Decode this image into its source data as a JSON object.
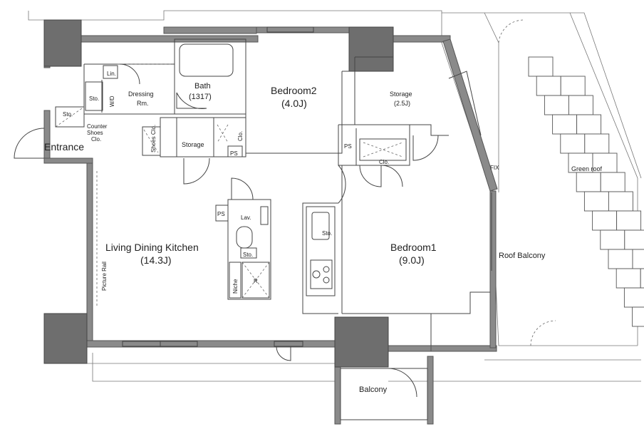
{
  "rooms": {
    "entrance": "Entrance",
    "lin": "Lin.",
    "sto_entrance": "Sto.",
    "wd": "W/D",
    "sto_dressing": "Sto.",
    "dressing_1": "Dressing",
    "dressing_2": "Rm.",
    "bath": "Bath",
    "bath_size": "(1317)",
    "counter_1": "Counter",
    "counter_2": "Shoes",
    "counter_3": "Clo.",
    "shoes_clo": "Shoes Clo.",
    "storage_hall": "Storage",
    "clo_hall": "Clo.",
    "ps_hall": "PS",
    "bedroom2": "Bedroom2",
    "bedroom2_size": "(4.0J)",
    "storage_25": "Storage",
    "storage_25_size": "(2.5J)",
    "ps_b1": "PS",
    "clo_b1": "Clo.",
    "fix": "FIX",
    "green_roof": "Green roof",
    "ps_ldk": "PS",
    "lav": "Lav.",
    "sto_wc": "Sto.",
    "niche": "Niche",
    "r": "R",
    "sto_kitchen": "Sto.",
    "ldk": "Living Dining Kitchen",
    "ldk_size": "(14.3J)",
    "picture_rail": "Picture Rail",
    "bedroom1": "Bedroom1",
    "bedroom1_size": "(9.0J)",
    "roof_balcony": "Roof Balcony",
    "balcony": "Balcony"
  }
}
